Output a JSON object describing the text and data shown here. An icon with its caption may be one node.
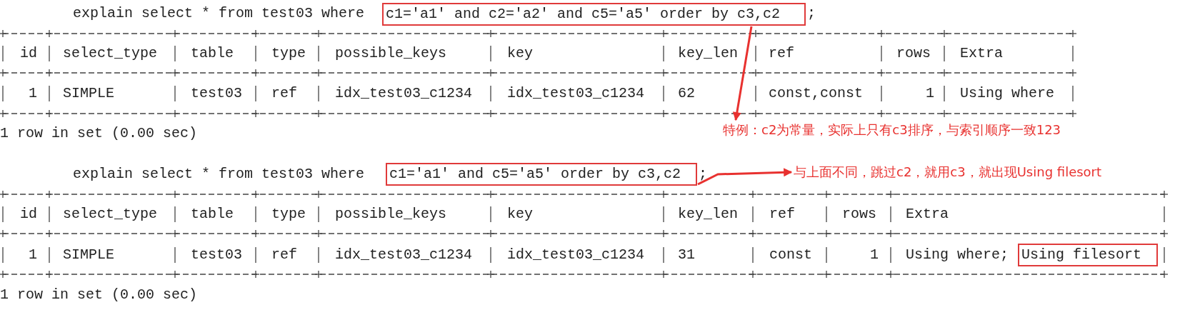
{
  "diagram": {
    "nodes": [
      {
        "text": [
          "c1='a1' and c2='a2' and c5='a5' order by c3,c2"
        ]
      },
      {
        "text": [
          "特例：c2为常量，实际上只有c3排序，与索引顺序一致123"
        ]
      },
      {
        "text": [
          "c1='a1' and c5='a5' order by c3,c2"
        ]
      },
      {
        "text": [
          "与上面不同，跳过c2，就用c3，就出现Using filesort"
        ]
      },
      {
        "text": [
          "Using filesort"
        ]
      }
    ],
    "edges": [
      {
        "from": 0,
        "to": 1,
        "arrow": "to"
      },
      {
        "from": 2,
        "to": 3,
        "arrow": "to"
      }
    ],
    "labels": [
      "explain select * from test03 where",
      ";",
      "id",
      "select_type",
      "table",
      "type",
      "possible_keys",
      "key",
      "key_len",
      "ref",
      "rows",
      "Extra",
      "1",
      "SIMPLE",
      "test03",
      "ref",
      "idx_test03_c1234",
      "idx_test03_c1234",
      "62",
      "const,const",
      "1",
      "Using where",
      "1 row in set (0.00 sec)",
      "explain select * from test03 where",
      ";",
      "id",
      "select_type",
      "table",
      "type",
      "possible_keys",
      "key",
      "key_len",
      "ref",
      "rows",
      "Extra",
      "1",
      "SIMPLE",
      "test03",
      "ref",
      "idx_test03_c1234",
      "idx_test03_c1234",
      "31",
      "const",
      "1",
      "Using where;",
      "1 row in set (0.00 sec)"
    ]
  }
}
